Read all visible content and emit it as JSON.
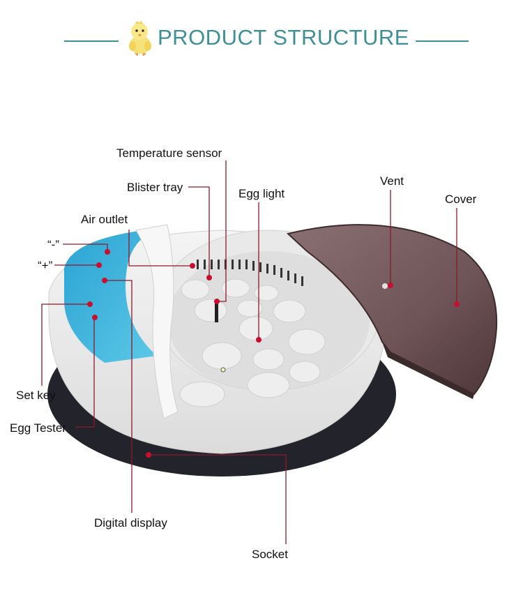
{
  "header": {
    "title": "PRODUCT STRUCTURE"
  },
  "colors": {
    "accent": "#3f8f97",
    "leader": "#8b1a2b",
    "dot": "#c8102e"
  },
  "labels": {
    "temperature_sensor": "Temperature sensor",
    "blister_tray": "Blister tray",
    "egg_light": "Egg light",
    "vent": "Vent",
    "cover": "Cover",
    "air_outlet": "Air outlet",
    "minus_key": "“-”",
    "plus_key": "“+”",
    "set_key": "Set key",
    "egg_tester": "Egg Tester",
    "digital_display": "Digital display",
    "socket": "Socket"
  }
}
